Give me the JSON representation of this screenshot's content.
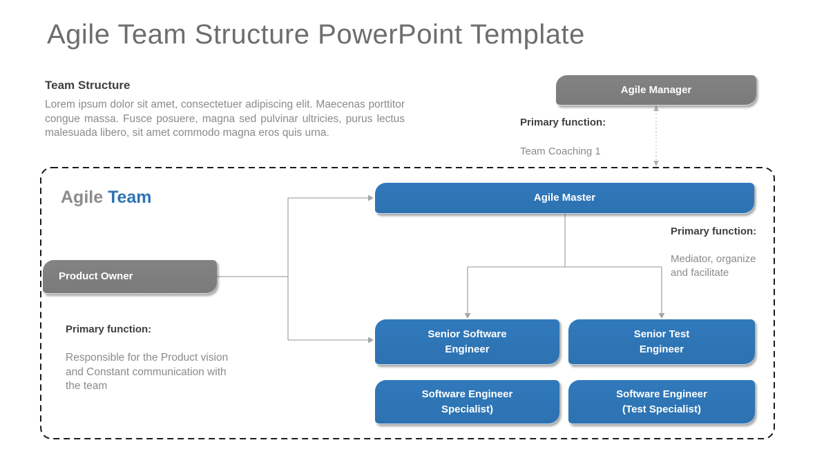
{
  "slide": {
    "title": "Agile Team Structure PowerPoint Template"
  },
  "intro": {
    "heading": "Team Structure",
    "body": "Lorem ipsum dolor sit amet, consectetuer adipiscing elit. Maecenas porttitor congue massa. Fusce posuere, magna sed pulvinar ultricies, purus lectus malesuada libero, sit amet commodo magna eros quis urna."
  },
  "agile_manager": {
    "label": "Agile Manager",
    "function_heading": "Primary function:",
    "function_text": "Team Coaching 1"
  },
  "agile_team": {
    "title_word1": "Agile",
    "title_word2": "Team",
    "agile_master": {
      "label": "Agile Master",
      "function_heading": "Primary function:",
      "function_text": "Mediator, organize and facilitate"
    },
    "product_owner": {
      "label": "Product Owner",
      "function_heading": "Primary function:",
      "function_text": "Responsible for the Product vision and Constant communication with the team"
    },
    "roles": [
      {
        "lines": [
          "Senior Software",
          "Engineer"
        ]
      },
      {
        "lines": [
          "Senior Test",
          "Engineer"
        ]
      },
      {
        "lines": [
          "Software Engineer",
          "Specialist)"
        ]
      },
      {
        "lines": [
          "Software Engineer",
          "(Test Specialist)"
        ]
      }
    ]
  },
  "colors": {
    "accent_blue": "#2E74B5",
    "box_gray": "#7E7E7E",
    "connector_gray": "#A6A6A6",
    "boundary_black": "#1A1A1A"
  }
}
